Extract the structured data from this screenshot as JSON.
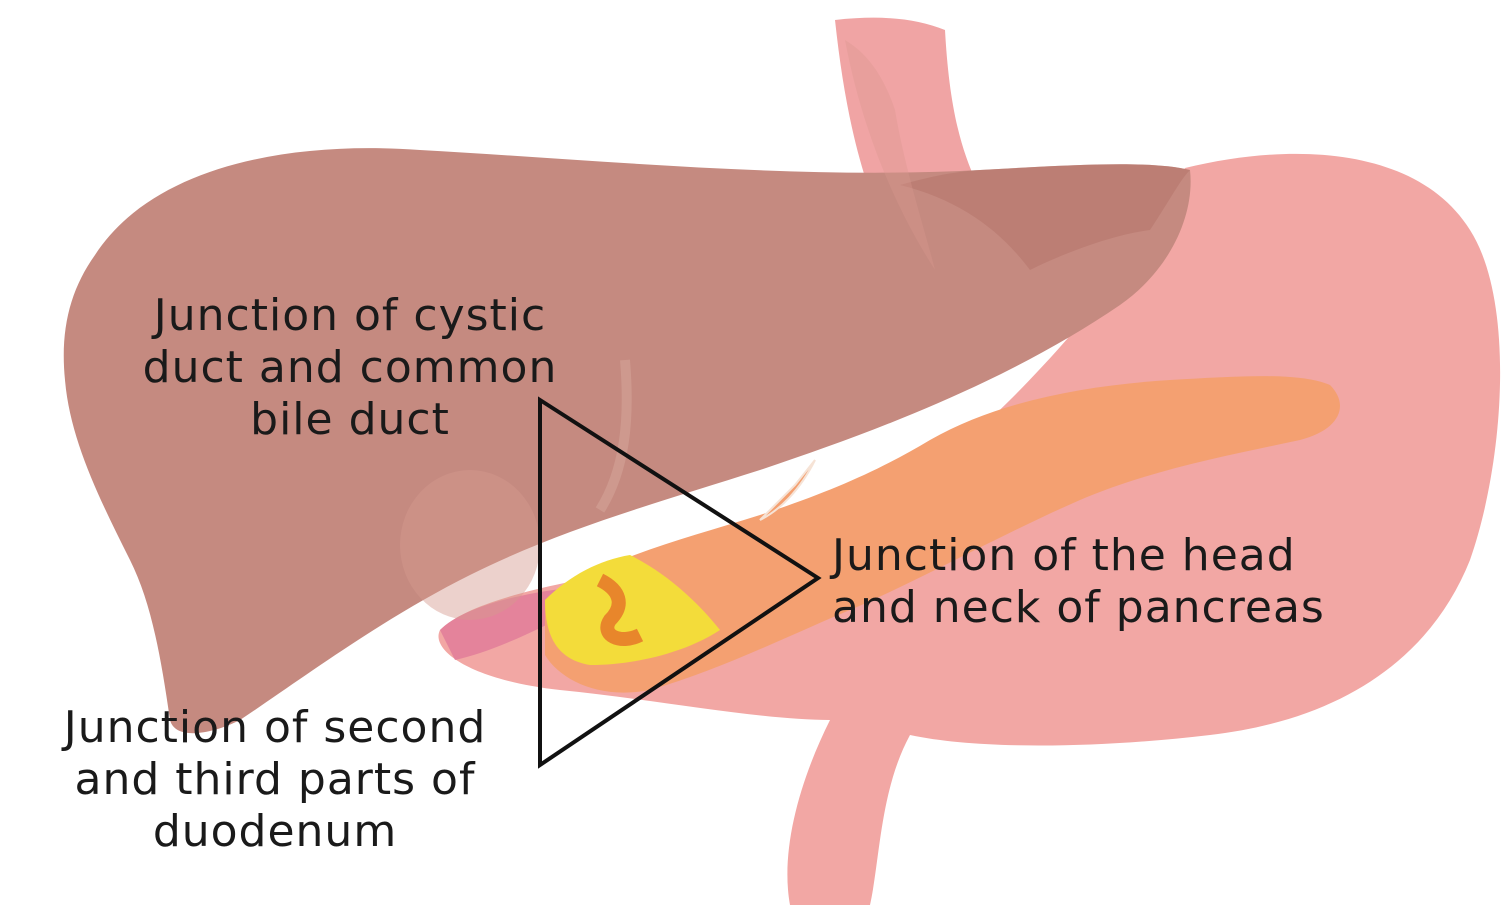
{
  "labels": {
    "cystic_duct": {
      "line1": "Junction of cystic",
      "line2": "duct and common",
      "line3": "bile duct"
    },
    "pancreas": {
      "line1": "Junction of the head",
      "line2": "and neck of pancreas"
    },
    "duodenum": {
      "line1": "Junction of second",
      "line2": "and third parts of",
      "line3": "duodenum"
    }
  },
  "colors": {
    "liver": "#c58a80",
    "liver_shadow": "#b57469",
    "stomach": "#f2a7a4",
    "stomach_dark": "#e88e8c",
    "esophagus": "#f0a4a4",
    "pancreas": "#f4a071",
    "gallbladder": "#f3dc3a",
    "triangle_stroke": "#111111"
  }
}
